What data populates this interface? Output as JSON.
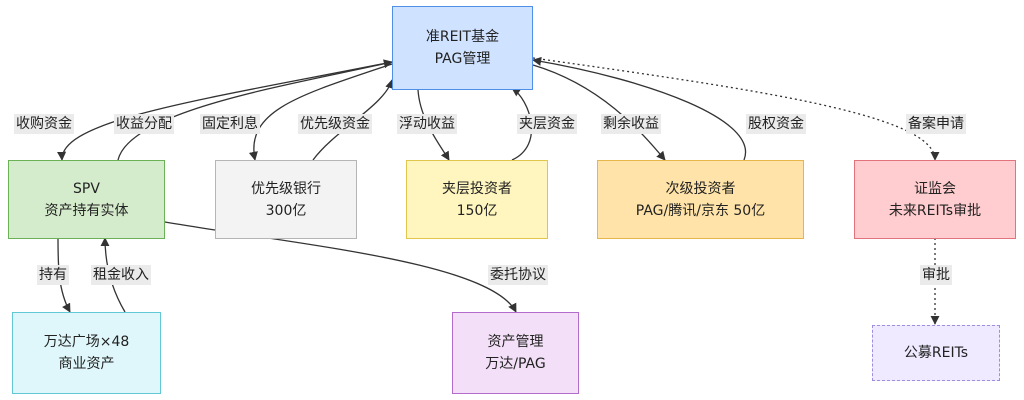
{
  "nodes": {
    "reit": {
      "line1": "准REIT基金",
      "line2": "PAG管理",
      "fill": "#cfe2ff",
      "stroke": "#4f8fe8"
    },
    "spv": {
      "line1": "SPV",
      "line2": "资产持有实体",
      "fill": "#d5eccc",
      "stroke": "#6bb257"
    },
    "senior": {
      "line1": "优先级银行",
      "line2": "300亿",
      "fill": "#f3f3f3",
      "stroke": "#b5b5b5"
    },
    "mezz": {
      "line1": "夹层投资者",
      "line2": "150亿",
      "fill": "#fff6bf",
      "stroke": "#e0c64d"
    },
    "junior": {
      "line1": "次级投资者",
      "line2": "PAG/腾讯/京东 50亿",
      "fill": "#ffe3a8",
      "stroke": "#e6b54c"
    },
    "csrc": {
      "line1": "证监会",
      "line2": "未来REITs审批",
      "fill": "#ffcccf",
      "stroke": "#e0737b"
    },
    "wanda": {
      "line1": "万达广场×48",
      "line2": "商业资产",
      "fill": "#dff7fa",
      "stroke": "#62c8d6"
    },
    "assetmgmt": {
      "line1": "资产管理",
      "line2": "万达/PAG",
      "fill": "#f3e0f8",
      "stroke": "#b46ccc"
    },
    "public": {
      "line1": "公募REITs",
      "fill": "#efeaff",
      "stroke": "#9f8ee0"
    }
  },
  "edges": {
    "acquisition": "收购资金",
    "distribution": "收益分配",
    "fixed_interest": "固定利息",
    "senior_funds": "优先级资金",
    "floating_return": "浮动收益",
    "mezz_funds": "夹层资金",
    "residual_return": "剩余收益",
    "equity_funds": "股权资金",
    "filing": "备案申请",
    "hold": "持有",
    "rental_income": "租金收入",
    "entrust": "委托协议",
    "approval": "审批"
  },
  "colors": {
    "line": "#333333"
  }
}
